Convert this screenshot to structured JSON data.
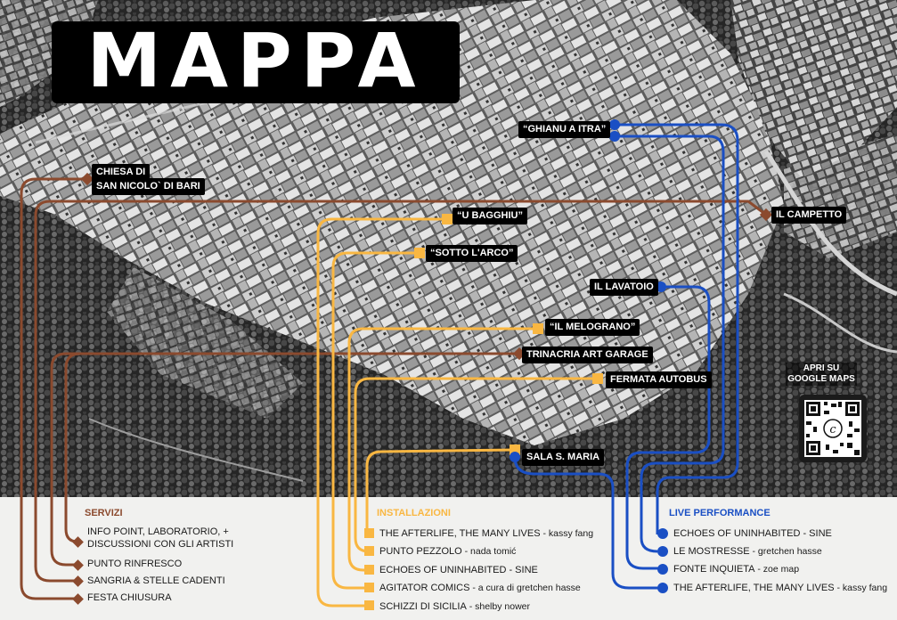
{
  "title": "MAPPA",
  "colors": {
    "servizi": "#8b4a2e",
    "installazioni": "#f9b742",
    "live": "#1a4fc4",
    "label_bg": "#000000"
  },
  "map_labels": {
    "chiesa_1": "CHIESA DI",
    "chiesa_2": "SAN NICOLO` DI BARI",
    "ghianu": "“GHIANU A ITRA”",
    "campetto": "IL CAMPETTO",
    "bagghiu": "“U BAGGHIU”",
    "sotto_arco": "“SOTTO L'ARCO”",
    "lavatoio": "IL LAVATOIO",
    "melograno": "“IL MELOGRANO”",
    "trinacria": "TRINACRIA ART GARAGE",
    "fermata": "FERMATA AUTOBUS",
    "sala": "SALA S. MARIA"
  },
  "qr": {
    "title_1": "APRI SU",
    "title_2": "GOOGLE MAPS",
    "icon": "qr-code-icon"
  },
  "legend": {
    "servizi": {
      "title": "SERVIZI",
      "items": [
        {
          "line1": "INFO POINT, LABORATORIO, +",
          "line2": "DISCUSSIONI CON GLI ARTISTI"
        },
        {
          "line1": "PUNTO RINFRESCO"
        },
        {
          "line1": "SANGRIA & STELLE CADENTI"
        },
        {
          "line1": "FESTA CHIUSURA"
        }
      ]
    },
    "installazioni": {
      "title": "INSTALLAZIONI",
      "items": [
        {
          "main": "THE AFTERLIFE, THE MANY LIVES",
          "sub": " - kassy fang"
        },
        {
          "main": "PUNTO PEZZOLO",
          "sub": " - nada tomić"
        },
        {
          "main": "ECHOES OF UNINHABITED - SINE",
          "sub": ""
        },
        {
          "main": "AGITATOR COMICS",
          "sub": " - a cura di gretchen hasse"
        },
        {
          "main": "SCHIZZI DI SICILIA",
          "sub": " - shelby nower"
        }
      ]
    },
    "live": {
      "title": "LIVE PERFORMANCE",
      "items": [
        {
          "main": "ECHOES OF UNINHABITED - SINE",
          "sub": ""
        },
        {
          "main": "LE MOSTRESSE",
          "sub": " - gretchen hasse"
        },
        {
          "main": "FONTE INQUIETA",
          "sub": " - zoe map"
        },
        {
          "main": "THE AFTERLIFE, THE MANY LIVES",
          "sub": " - kassy fang"
        }
      ]
    }
  }
}
